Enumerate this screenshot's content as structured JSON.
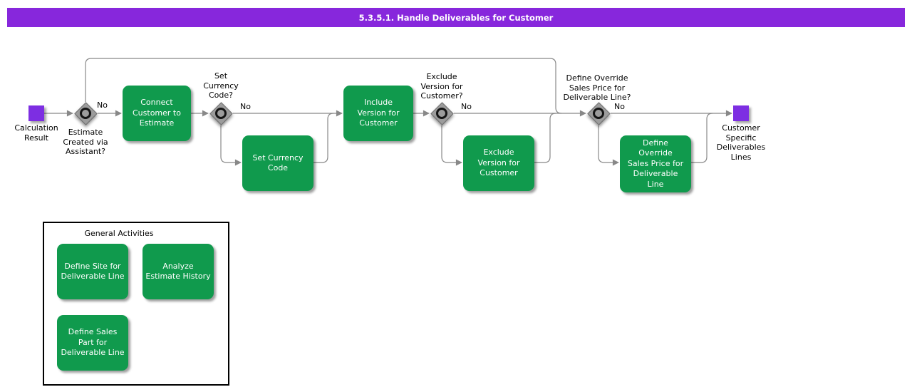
{
  "title_bar": {
    "title": "5.3.5.1. Handle Deliverables for Customer"
  },
  "colors": {
    "title_bar_bg": "#8727DC",
    "event_purple": "#7D2EE2",
    "activity_green": "#109A4D",
    "gateway_gray": "#9C9C9C",
    "connector_gray": "#888888"
  },
  "flow": {
    "start_event": {
      "label": "Calculation\nResult"
    },
    "gateways": [
      {
        "question": "Estimate\nCreated via\nAssistant?",
        "no_label": "No"
      },
      {
        "question": "Set\nCurrency\nCode?",
        "no_label": "No"
      },
      {
        "question": "Exclude\nVersion for\nCustomer?",
        "no_label": "No"
      },
      {
        "question": "Define Override\nSales Price for\nDeliverable Line?",
        "no_label": "No"
      }
    ],
    "activities": [
      {
        "label": "Connect\nCustomer to\nEstimate"
      },
      {
        "label": "Set Currency\nCode"
      },
      {
        "label": "Include\nVersion for\nCustomer"
      },
      {
        "label": "Exclude\nVersion for\nCustomer"
      },
      {
        "label": "Define\nOverride\nSales Price for\nDeliverable\nLine"
      }
    ],
    "end_event": {
      "label": "Customer\nSpecific\nDeliverables\nLines"
    }
  },
  "general_activities": {
    "title": "General Activities",
    "items": [
      {
        "label": "Define Site for\nDeliverable Line"
      },
      {
        "label": "Analyze\nEstimate History"
      },
      {
        "label": "Define Sales\nPart for\nDeliverable Line"
      }
    ]
  }
}
